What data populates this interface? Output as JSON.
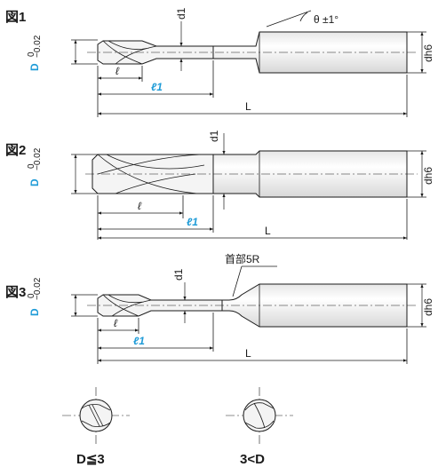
{
  "figures": [
    {
      "label": "図1",
      "tol_upper": "0",
      "tol_lower": "−0.02",
      "dia": "D",
      "neck": "d1",
      "shank": "dh6",
      "flute_len": "ℓ",
      "neck_len": "ℓ1",
      "total_len": "L",
      "taper_note": "θ ±1°"
    },
    {
      "label": "図2",
      "tol_upper": "0",
      "tol_lower": "−0.02",
      "dia": "D",
      "neck": "d1",
      "shank": "dh6",
      "flute_len": "ℓ",
      "neck_len": "ℓ1",
      "total_len": "L"
    },
    {
      "label": "図3",
      "tol_upper": "0",
      "tol_lower": "−0.02",
      "dia": "D",
      "neck": "d1",
      "shank": "dh6",
      "flute_len": "ℓ",
      "neck_len": "ℓ1",
      "total_len": "L",
      "neck_note": "首部5R"
    }
  ],
  "sections": [
    {
      "caption": "D≦3"
    },
    {
      "caption": "3<D"
    }
  ],
  "colors": {
    "accent": "#1e9bd7",
    "line": "#1a1a1a"
  }
}
